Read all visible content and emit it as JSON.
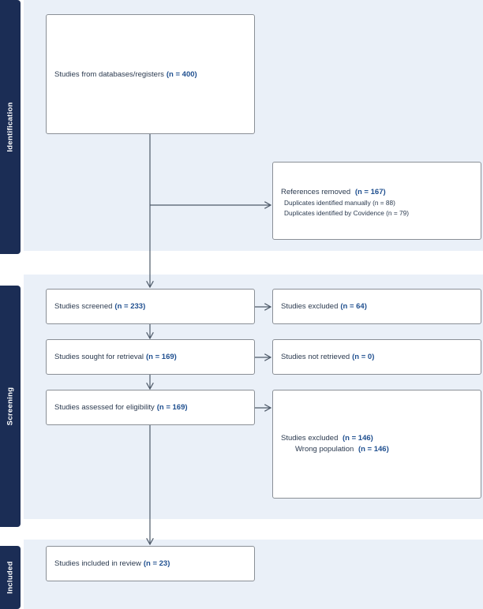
{
  "phases": {
    "identification": "Identification",
    "screening": "Screening",
    "included": "Included"
  },
  "boxes": {
    "databases": {
      "label": "Studies from databases/registers",
      "count": "(n = 400)"
    },
    "removed": {
      "label": "References removed",
      "count": "(n = 167)",
      "items": [
        "Duplicates identified manually (n = 88)",
        "Duplicates identified by Covidence (n = 79)"
      ]
    },
    "screened": {
      "label": "Studies screened",
      "count": "(n = 233)"
    },
    "excluded_screening": {
      "label": "Studies excluded",
      "count": "(n = 64)"
    },
    "retrieval": {
      "label": "Studies sought for retrieval",
      "count": "(n = 169)"
    },
    "not_retrieved": {
      "label": "Studies not retrieved",
      "count": "(n = 0)"
    },
    "eligibility": {
      "label": "Studies assessed for eligibility",
      "count": "(n = 169)"
    },
    "excluded_eligibility": {
      "label": "Studies excluded",
      "count": "(n = 146)",
      "reason_label": "Wrong population",
      "reason_count": "(n = 146)"
    },
    "included": {
      "label": "Studies included in review",
      "count": "(n = 23)"
    }
  },
  "colors": {
    "phase_bar": "#1b2d55",
    "band": "#eaf0f8",
    "count_text": "#1f4f8f",
    "arrow": "#4d5968"
  }
}
